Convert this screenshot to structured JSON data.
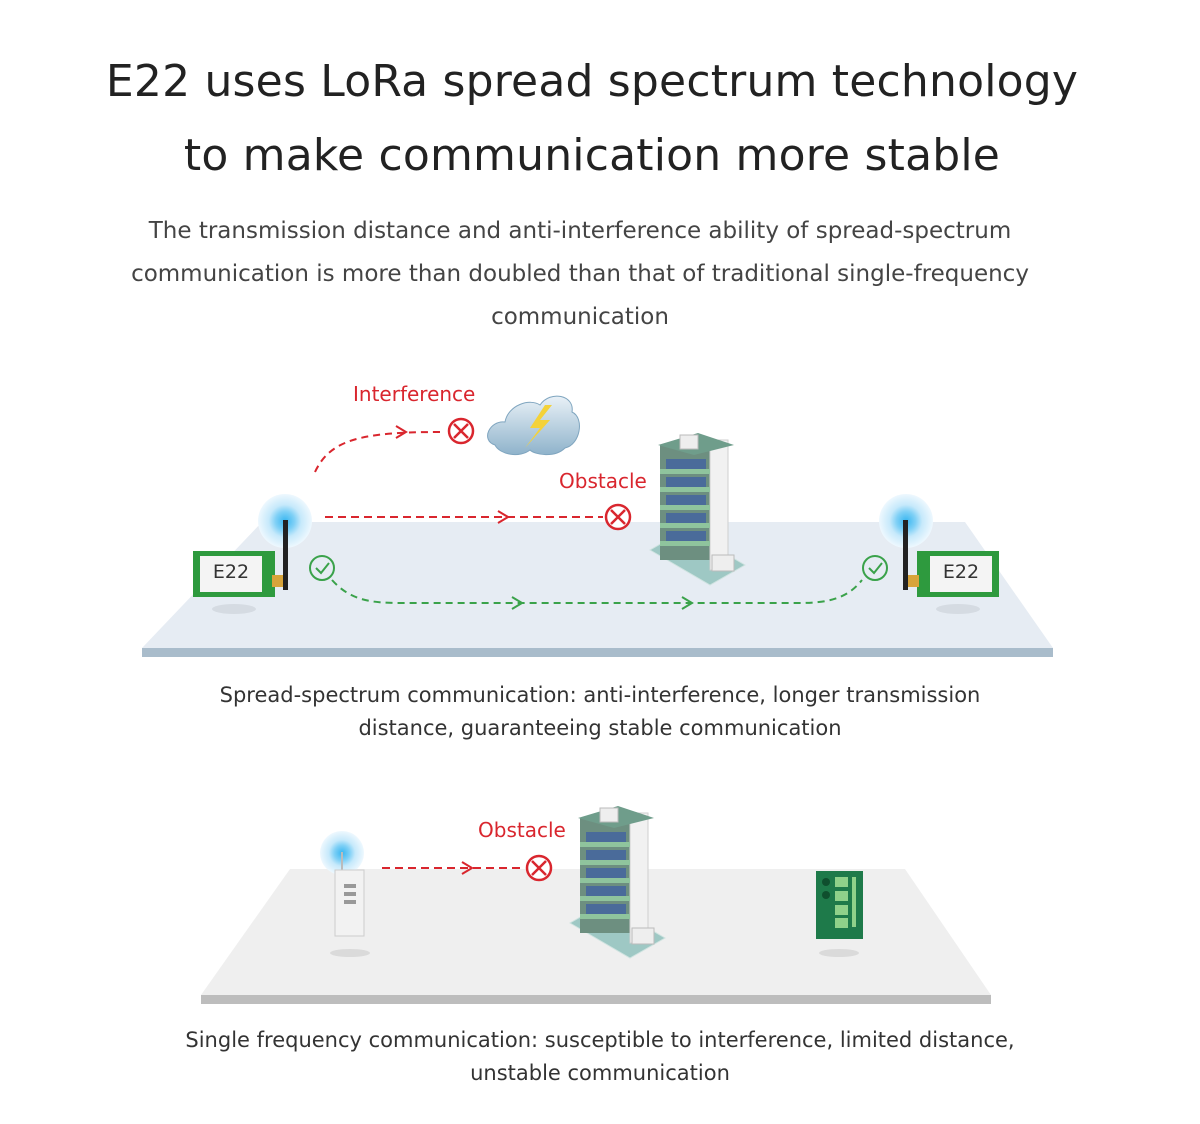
{
  "title": {
    "line1": "E22 uses LoRa spread spectrum technology",
    "line2": "to make communication more stable"
  },
  "subtitle": "The transmission distance and anti-interference ability of spread-spectrum communication is more than doubled than that of traditional single-frequency communication",
  "spread_diagram": {
    "interference_label": "Interference",
    "obstacle_label": "Obstacle",
    "device_left_label": "E22",
    "device_right_label": "E22",
    "caption_line1": "Spread-spectrum communication: anti-interference, longer transmission",
    "caption_line2": "distance, guaranteeing stable communication"
  },
  "single_diagram": {
    "obstacle_label": "Obstacle",
    "caption_line1": "Single frequency communication: susceptible to interference, limited distance,",
    "caption_line2": "unstable communication"
  },
  "colors": {
    "blocked": "#d9262e",
    "success": "#3aa24a",
    "module_green": "#2e9a3e",
    "platform1": "#e6ecf3",
    "platform2": "#efefef"
  }
}
